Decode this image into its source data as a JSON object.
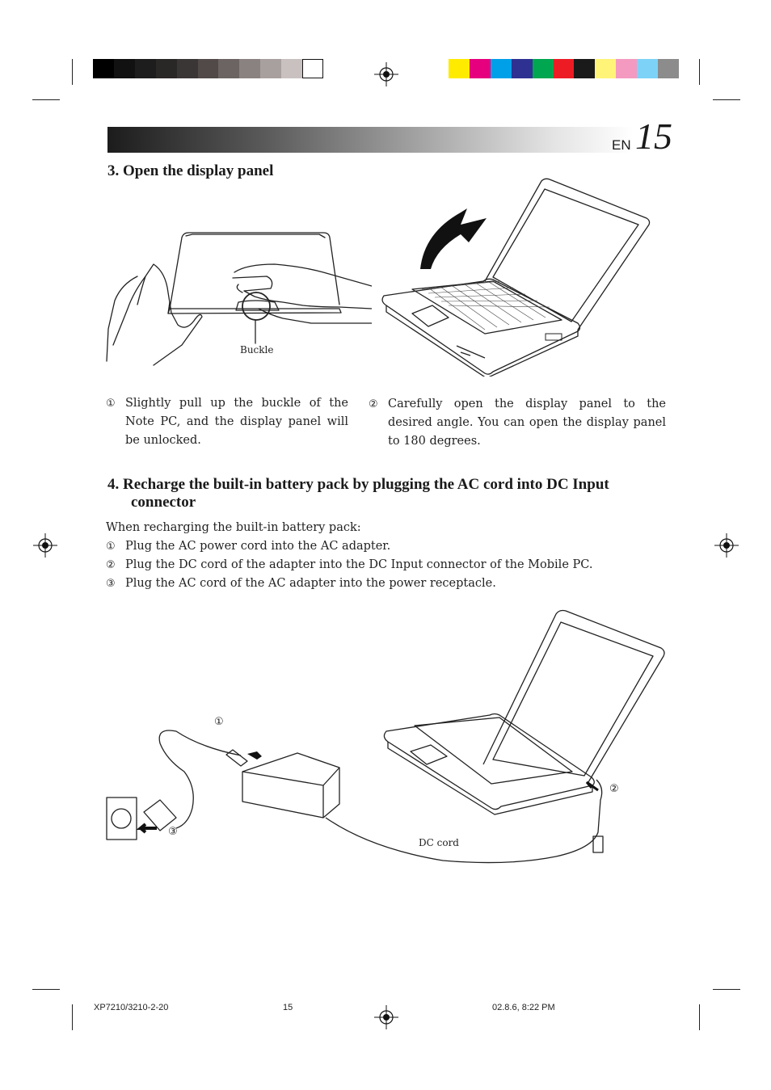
{
  "header": {
    "lang": "EN",
    "page_number": "15"
  },
  "step3": {
    "heading": "3.  Open the display panel",
    "buckle_label": "Buckle",
    "item1_marker": "①",
    "item1_text": "Slightly pull up the buckle of the Note PC, and the display panel will be unlocked.",
    "item2_marker": "②",
    "item2_text": "Carefully open the display panel to the desired angle.  You can open the display panel to 180 degrees."
  },
  "step4": {
    "heading_line1": "4.  Recharge the built-in battery pack by plugging the AC cord into DC Input",
    "heading_line2": "connector",
    "intro": "When recharging the built-in battery pack:",
    "steps": [
      {
        "marker": "①",
        "text": "Plug the AC power cord into the AC adapter."
      },
      {
        "marker": "②",
        "text": "Plug the DC cord of the adapter into the DC Input connector of the Mobile PC."
      },
      {
        "marker": "③",
        "text": "Plug the AC cord of the AC adapter into the power receptacle."
      }
    ],
    "dc_cord_label": "DC cord",
    "callout1": "①",
    "callout2": "②",
    "callout3": "③"
  },
  "footer": {
    "left": "XP7210/3210-2-20",
    "center": "15",
    "right": "02.8.6, 8:22 PM"
  },
  "colors": {
    "gray_swatches": [
      "#000000",
      "#111111",
      "#1d1d1d",
      "#2a2727",
      "#3b3636",
      "#514a49",
      "#6c6463",
      "#8a8281",
      "#a8a09f",
      "#c9c1c0",
      "#ffffff"
    ],
    "color_swatches": [
      "#ffeb00",
      "#e6007e",
      "#00a0e9",
      "#2e3192",
      "#00a650",
      "#ed1c24",
      "#1a1a1a",
      "#fff478",
      "#f49ac1",
      "#7dd3f7",
      "#8c8c8c"
    ]
  }
}
